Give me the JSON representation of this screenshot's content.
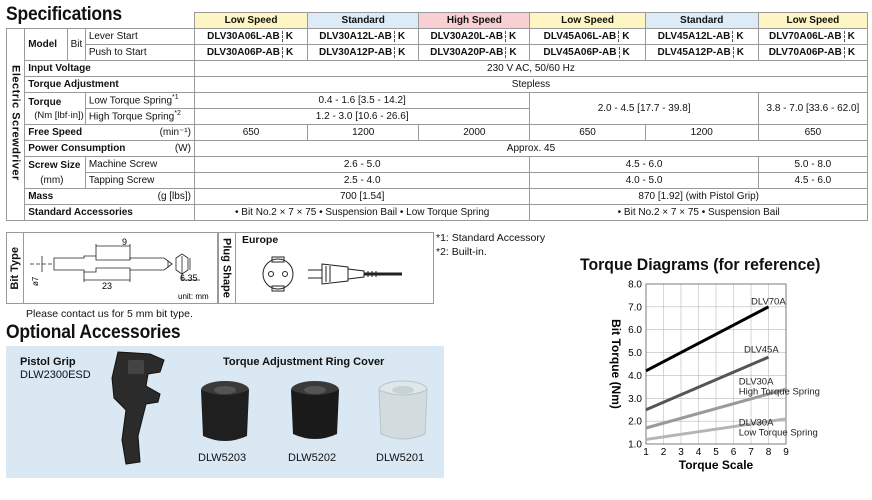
{
  "headings": {
    "specifications": "Specifications",
    "optional_accessories": "Optional Accessories",
    "torque_diagrams": "Torque Diagrams (for reference)"
  },
  "table": {
    "side_label": "Electric Screwdriver",
    "speed_headers": [
      "Low Speed",
      "Standard",
      "High Speed",
      "Low Speed",
      "Standard",
      "Low Speed"
    ],
    "header_colors": [
      "#fdf6c3",
      "#dcebf6",
      "#f8cfd2",
      "#fdf6c3",
      "#dcebf6",
      "#fdf6c3"
    ],
    "model_label": "Model",
    "bit_label": "Bit",
    "lever_start": "Lever Start",
    "push_to_start": "Push to Start",
    "lever_models": [
      "DLV30A06L-AB",
      "DLV30A12L-AB",
      "DLV30A20L-AB",
      "DLV45A06L-AB",
      "DLV45A12L-AB",
      "DLV70A06L-AB"
    ],
    "push_models": [
      "DLV30A06P-AB",
      "DLV30A12P-AB",
      "DLV30A20P-AB",
      "DLV45A06P-AB",
      "DLV45A12P-AB",
      "DLV70A06P-AB"
    ],
    "bit_code": "K",
    "input_voltage_label": "Input Voltage",
    "input_voltage": "230 V AC, 50/60 Hz",
    "torque_adjustment_label": "Torque Adjustment",
    "torque_adjustment": "Stepless",
    "torque_label": "Torque",
    "torque_unit": "(Nm [lbf·in])",
    "low_spring_label": "Low Torque Spring",
    "low_spring_note": "*1",
    "high_spring_label": "High Torque Spring",
    "high_spring_note": "*2",
    "torque_dlv30_low": "0.4 - 1.6 [3.5 - 14.2]",
    "torque_dlv30_high": "1.2 - 3.0 [10.6 - 26.6]",
    "torque_dlv45": "2.0 - 4.5 [17.7 - 39.8]",
    "torque_dlv70": "3.8 - 7.0 [33.6 - 62.0]",
    "free_speed_label": "Free Speed",
    "free_speed_unit": "(min⁻¹)",
    "free_speeds": [
      "650",
      "1200",
      "2000",
      "650",
      "1200",
      "650"
    ],
    "power_label": "Power Consumption",
    "power_unit": "(W)",
    "power_value": "Approx. 45",
    "screw_size_label": "Screw Size",
    "screw_size_unit": "(mm)",
    "machine_screw_label": "Machine Screw",
    "tapping_screw_label": "Tapping Screw",
    "machine_dlv30": "2.6 - 5.0",
    "machine_dlv45": "4.5 - 6.0",
    "machine_dlv70": "5.0 - 8.0",
    "tapping_dlv30": "2.5 - 4.0",
    "tapping_dlv45": "4.0 - 5.0",
    "tapping_dlv70": "4.5 - 6.0",
    "mass_label": "Mass",
    "mass_unit": "(g [lbs])",
    "mass_dlv30": "700 [1.54]",
    "mass_dlv45_70": "870 [1.92] (with Pistol Grip)",
    "accessories_label": "Standard Accessories",
    "accessories_dlv30": "• Bit No.2 × 7 × 75   • Suspension Bail   • Low Torque Spring",
    "accessories_dlv45_70": "• Bit No.2 × 7 × 75   • Suspension Bail"
  },
  "bit_type": {
    "label": "Bit Type",
    "dim_9": "9",
    "dim_23": "23",
    "dim_d7": "ø7",
    "dim_635": "6.35",
    "unit": "unit: mm"
  },
  "plug_shape": {
    "label": "Plug Shape",
    "region": "Europe"
  },
  "notes": {
    "note1": "*1: Standard Accessory",
    "note2": "*2: Built-in.",
    "contact": "Please contact us for 5 mm bit type."
  },
  "accessories": {
    "pistol_grip_title": "Pistol Grip",
    "pistol_grip_model": "DLW2300ESD",
    "ring_cover_title": "Torque Adjustment Ring Cover",
    "ring_models": [
      "DLW5203",
      "DLW5202",
      "DLW5201"
    ]
  },
  "chart_data": {
    "type": "line",
    "title": "Torque Diagrams (for reference)",
    "xlabel": "Torque Scale",
    "ylabel": "Bit Torque (Nm)",
    "xlim": [
      1,
      9
    ],
    "ylim": [
      1.0,
      8.0
    ],
    "xticks": [
      "1",
      "2",
      "3",
      "4",
      "5",
      "6",
      "7",
      "8",
      "9"
    ],
    "yticks": [
      "1.0",
      "2.0",
      "3.0",
      "4.0",
      "5.0",
      "6.0",
      "7.0",
      "8.0"
    ],
    "grid": true,
    "series": [
      {
        "name": "DLV70A",
        "x": [
          1,
          8
        ],
        "y": [
          4.2,
          7.0
        ],
        "color": "#000000"
      },
      {
        "name": "DLV45A",
        "x": [
          1,
          8
        ],
        "y": [
          2.5,
          4.8
        ],
        "color": "#555555"
      },
      {
        "name": "DLV30A High Torque Spring",
        "x": [
          1,
          9
        ],
        "y": [
          1.7,
          3.4
        ],
        "color": "#9a9a9a"
      },
      {
        "name": "DLV30A Low Torque Spring",
        "x": [
          1,
          9
        ],
        "y": [
          1.2,
          2.1
        ],
        "color": "#b5b5b5"
      }
    ],
    "annotations": [
      "DLV70A",
      "DLV45A",
      "DLV30A",
      "High Torque Spring",
      "DLV30A",
      "Low Torque Spring"
    ]
  }
}
